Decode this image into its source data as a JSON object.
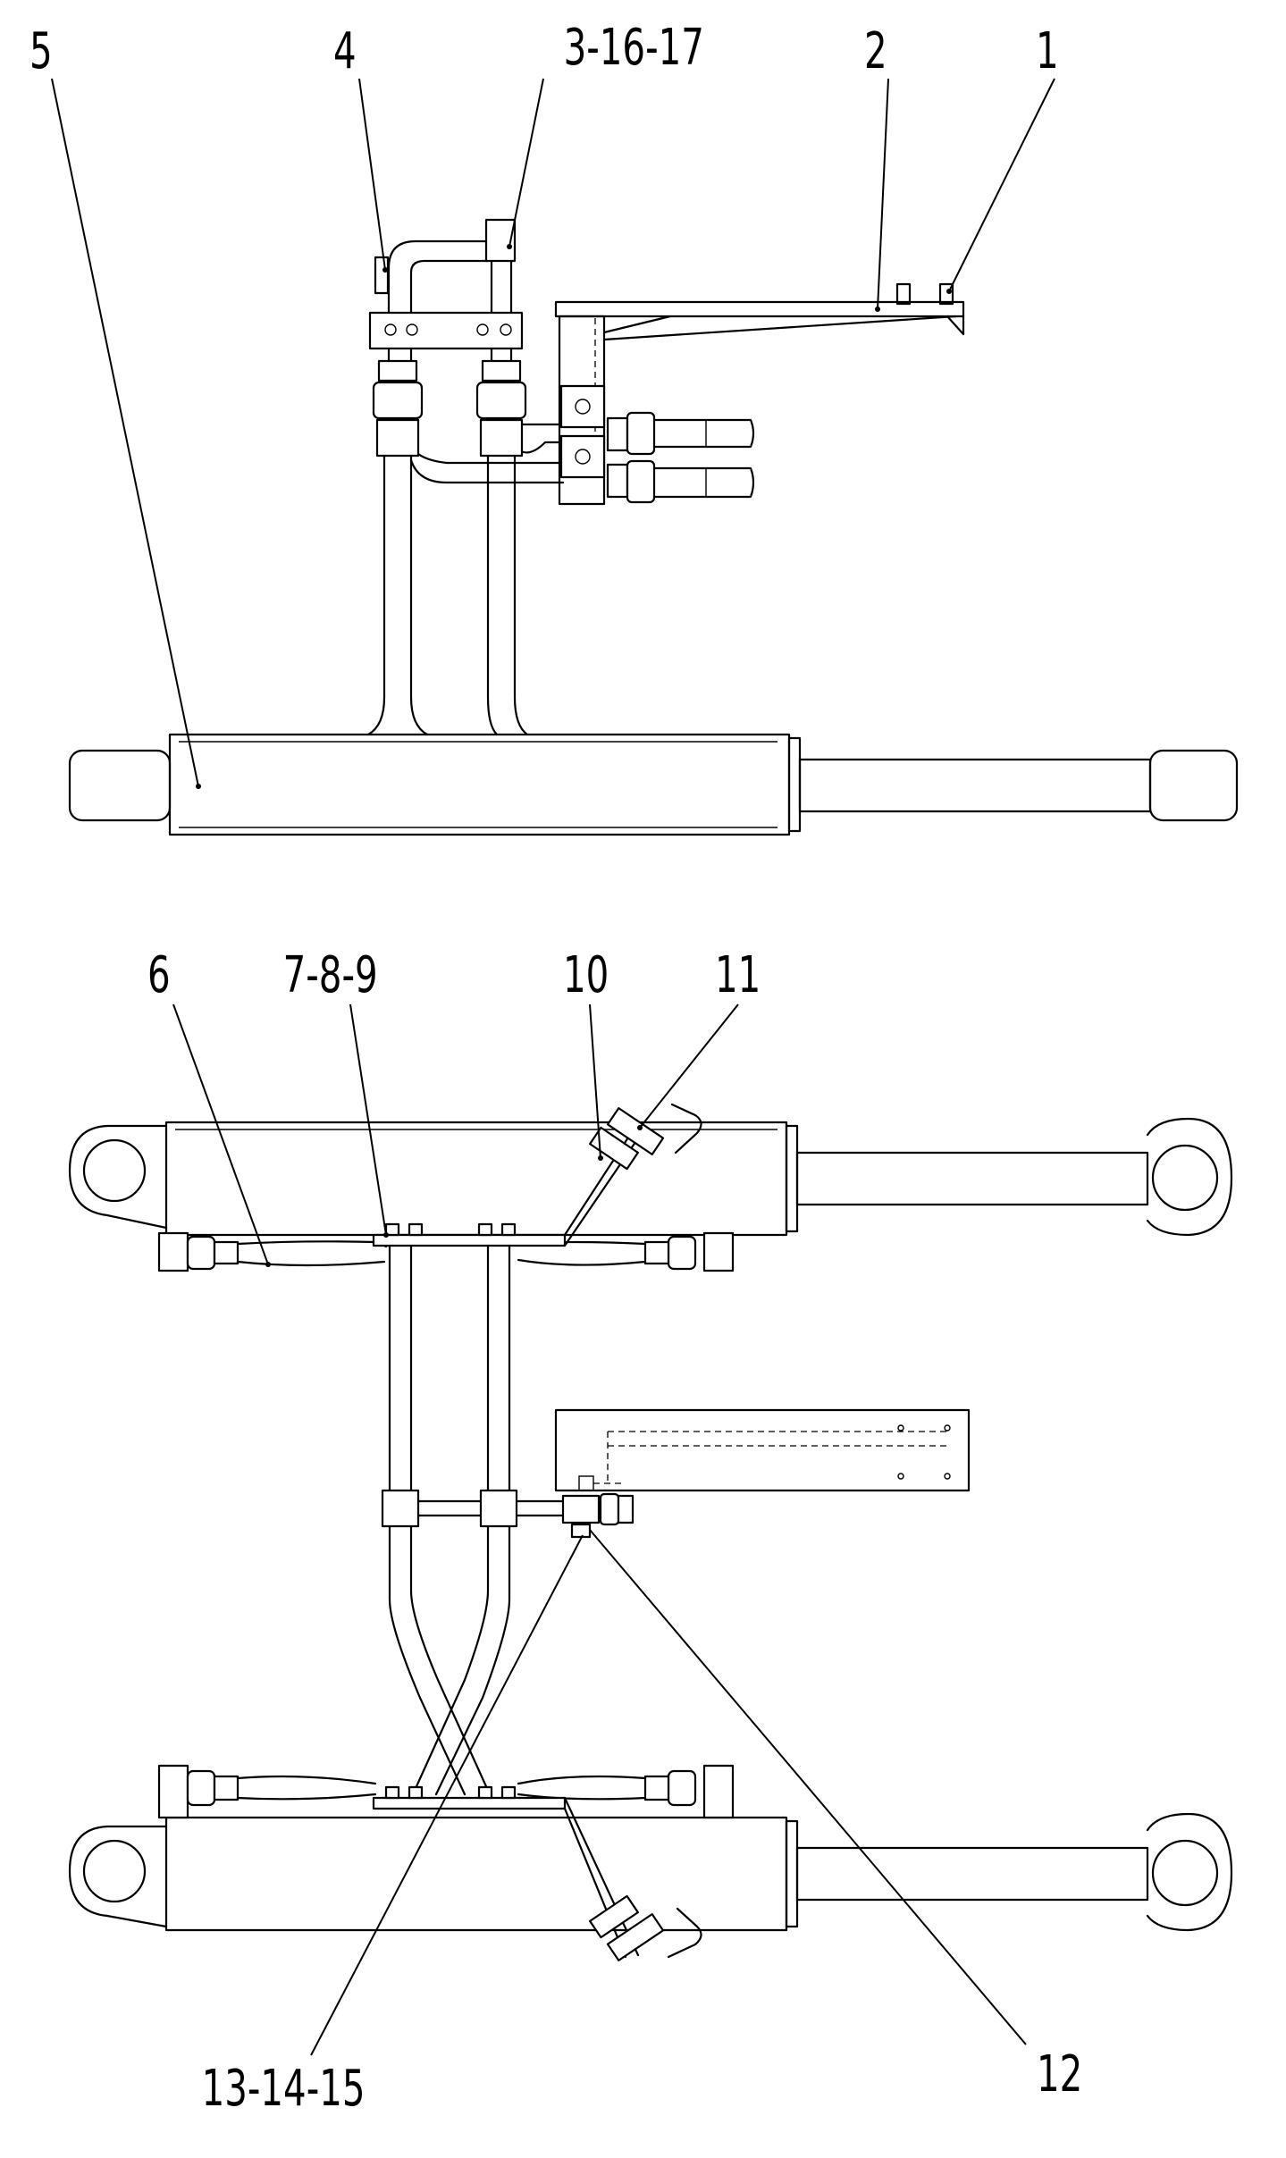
{
  "diagram": {
    "top_view": {
      "callouts": [
        {
          "id": "c5",
          "label": "5"
        },
        {
          "id": "c4",
          "label": "4"
        },
        {
          "id": "c3",
          "label": "3-16-17"
        },
        {
          "id": "c2",
          "label": "2"
        },
        {
          "id": "c1",
          "label": "1"
        }
      ]
    },
    "bottom_view": {
      "callouts": [
        {
          "id": "c6",
          "label": "6"
        },
        {
          "id": "c7",
          "label": "7-8-9"
        },
        {
          "id": "c10",
          "label": "10"
        },
        {
          "id": "c11",
          "label": "11"
        },
        {
          "id": "c13",
          "label": "13-14-15"
        },
        {
          "id": "c12",
          "label": "12"
        }
      ]
    }
  }
}
